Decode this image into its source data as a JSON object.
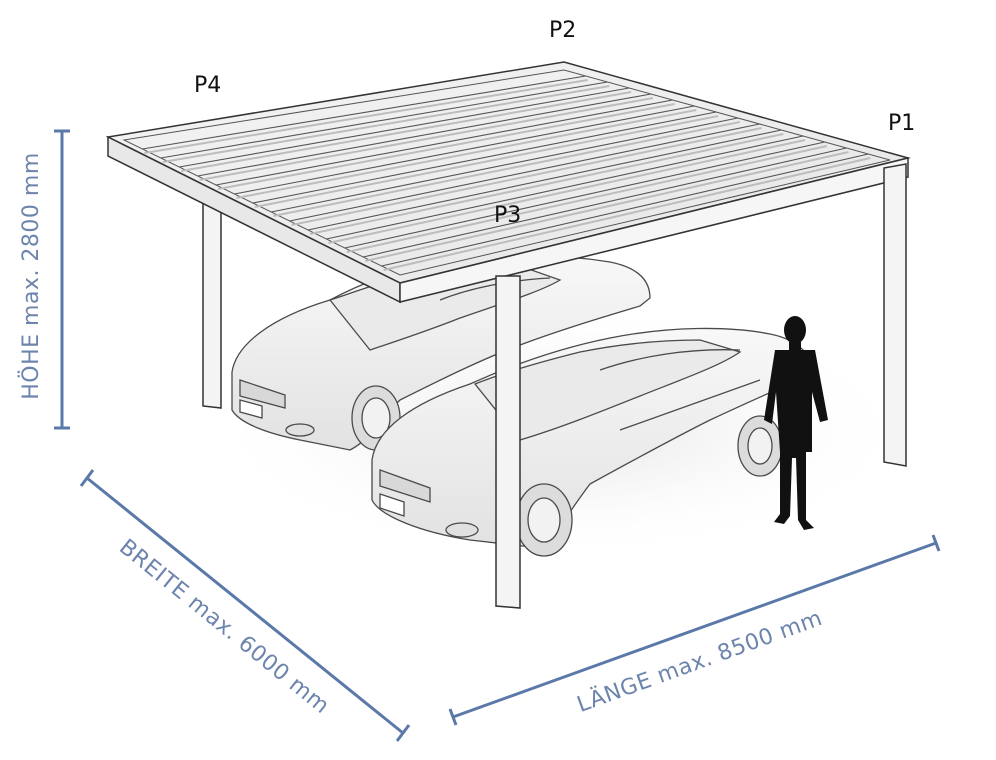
{
  "diagram": {
    "posts": {
      "p1": "P1",
      "p2": "P2",
      "p3": "P3",
      "p4": "P4"
    },
    "dimensions": {
      "height": "HÖHE max. 2800 mm",
      "width": "BREITE max. 6000 mm",
      "length": "LÄNGE max. 8500 mm"
    }
  },
  "colors": {
    "dimension_line": "#5a78a8",
    "dimension_text": "#6d84ad",
    "structure_fill": "#f2f2f2",
    "structure_stroke": "#333333"
  }
}
